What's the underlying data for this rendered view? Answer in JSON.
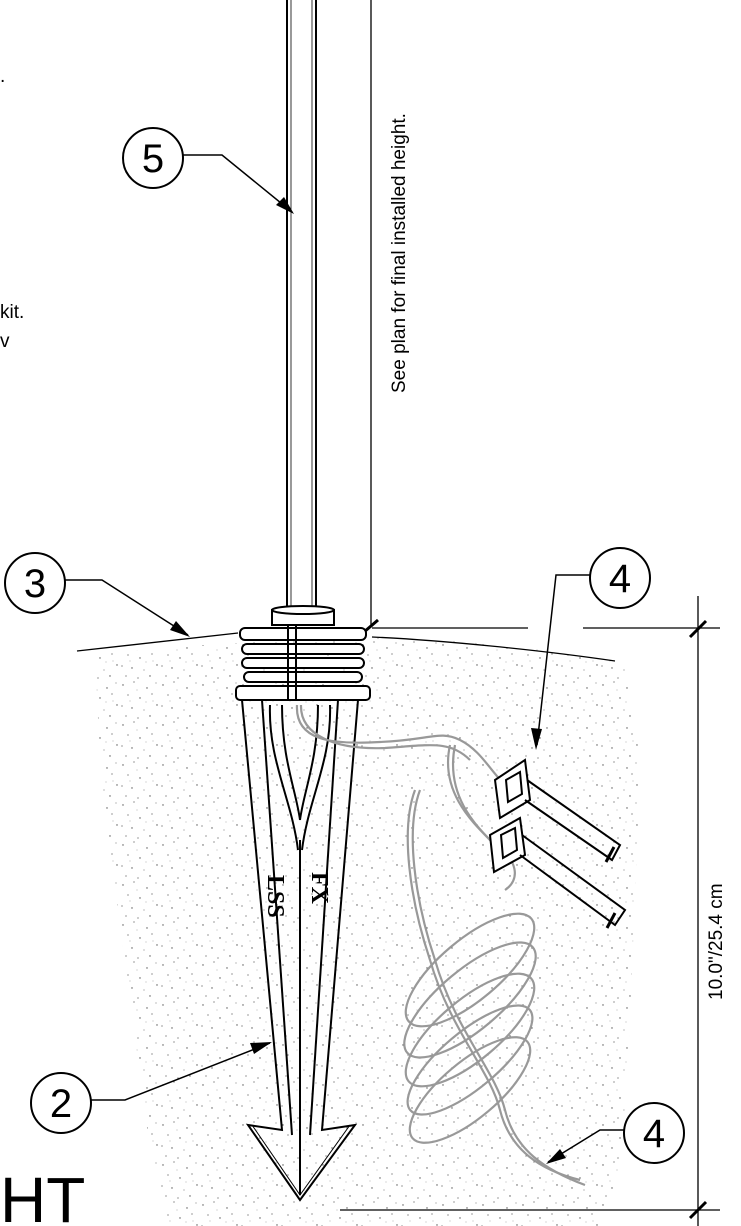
{
  "diagram": {
    "callouts": [
      {
        "id": "5",
        "label": "5"
      },
      {
        "id": "3",
        "label": "3"
      },
      {
        "id": "4a",
        "label": "4"
      },
      {
        "id": "2",
        "label": "2"
      },
      {
        "id": "4b",
        "label": "4"
      }
    ],
    "height_note": "See plan for final installed height.",
    "depth_dimension": "10.0\"/25.4 cm",
    "stake_marks": {
      "brand": "FX",
      "model": "LSS"
    },
    "cropped_text": {
      "fragment_1": ".",
      "fragment_2": "kit.",
      "fragment_3": "v",
      "title_fragment": "HT"
    },
    "colors": {
      "line": "#000000",
      "soil_speckle": "#555555",
      "wire": "#999999",
      "background": "#ffffff"
    }
  }
}
